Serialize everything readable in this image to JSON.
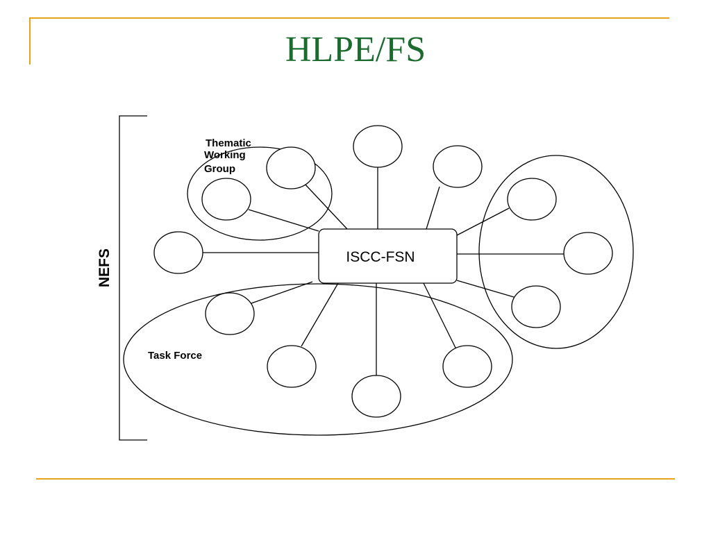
{
  "slide": {
    "title": "HLPE/FS",
    "accent_color": "#e8a317",
    "title_color": "#1b6b2e"
  },
  "diagram": {
    "bracket_label": "NEFS",
    "hub_label": "ISCC-FSN",
    "groups": {
      "thematic": [
        "Thematic",
        "Working",
        "Group"
      ],
      "task_force": "Task Force"
    }
  }
}
